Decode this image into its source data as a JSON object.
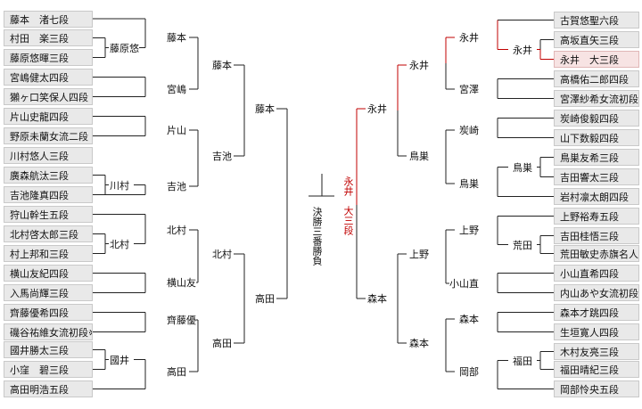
{
  "colors": {
    "line": "#222222",
    "win_line": "#c00000",
    "box_bg": "#e9e9e9",
    "win_box_bg": "#f7e3e3"
  },
  "players_left": [
    "藤本　渚七段",
    "村田　楽三段",
    "藤原悠暉三段",
    "宮嶋健太四段",
    "獺ヶ口笑保人四段",
    "片山史龍四段",
    "野原未蘭女流二段",
    "川村悠人三段",
    "廣森航汰三段",
    "吉池隆真四段",
    "狩山幹生五段",
    "北村啓太郎三段",
    "村上邦和三段",
    "横山友紀四段",
    "入馬尚輝三段",
    "齊藤優希四段",
    "磯谷祐維女流初段※",
    "國井勝太三段",
    "小窪　碧三段",
    "高田明浩五段"
  ],
  "players_right": [
    "古賀悠聖六段",
    "高坂直矢三段",
    "永井　大三段",
    "高橋佑二郎四段",
    "宮澤紗希女流初段",
    "炭崎俊毅四段",
    "山下数毅四段",
    "鳥巣友希三段",
    "吉田響太三段",
    "岩村凛太朗四段",
    "上野裕寿五段",
    "吉田桂悟三段",
    "荒田敏史赤旗名人",
    "小山直希四段",
    "内山あや女流初段",
    "森本才跳四段",
    "生垣寛人四段",
    "木村友亮三段",
    "福田晴紀三段",
    "岡部怜央五段"
  ],
  "left_r1": [
    "藤原悠",
    "川村",
    "北村",
    "國井"
  ],
  "left_r2": [
    "藤本",
    "宮嶋",
    "片山",
    "吉池",
    "北村",
    "横山友",
    "齊藤優",
    "高田"
  ],
  "left_r3": [
    "藤本",
    "吉池",
    "北村",
    "高田"
  ],
  "left_r4": [
    "藤本",
    "高田"
  ],
  "right_r1": [
    "永井",
    "鳥巣",
    "荒田",
    "福田"
  ],
  "right_r2": [
    "永井",
    "宮澤",
    "炭崎",
    "鳥巣",
    "上野",
    "小山直",
    "森本",
    "岡部"
  ],
  "right_r3": [
    "永井",
    "鳥巣",
    "上野",
    "森本"
  ],
  "right_r4": [
    "永井",
    "森本"
  ],
  "final_label": "決勝三番勝負",
  "champion": "永井　大三段"
}
